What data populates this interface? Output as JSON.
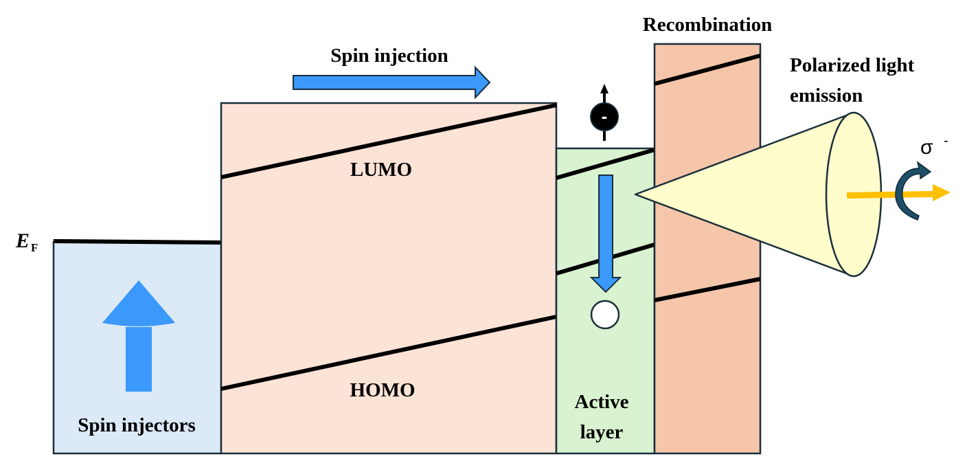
{
  "diagram": {
    "title": "Spin-LED energy level diagram",
    "labels": {
      "fermi_level_main": "E",
      "fermi_level_sub": "F",
      "spin_injectors": "Spin injectors",
      "spin_injection": "Spin injection",
      "lumo": "LUMO",
      "homo": "HOMO",
      "active_layer_line1": "Active",
      "active_layer_line2": "layer",
      "recombination": "Recombination",
      "polarized_line1": "Polarized light",
      "polarized_line2": "emission",
      "sigma": "σ",
      "sigma_sign": "-",
      "electron_sign": "-"
    },
    "colors": {
      "spin_injector_fill": "#dce9f6",
      "transport_layer_fill": "#fbe3d6",
      "active_layer_fill": "#d9f2d0",
      "recombination_fill": "#f5c6aa",
      "arrow_blue": "#3a99fa",
      "cone_fill": "#fffdcc",
      "light_arrow": "#ffc000",
      "rotation_arrow": "#1f4e68",
      "outline": "#1a2e3b"
    }
  }
}
